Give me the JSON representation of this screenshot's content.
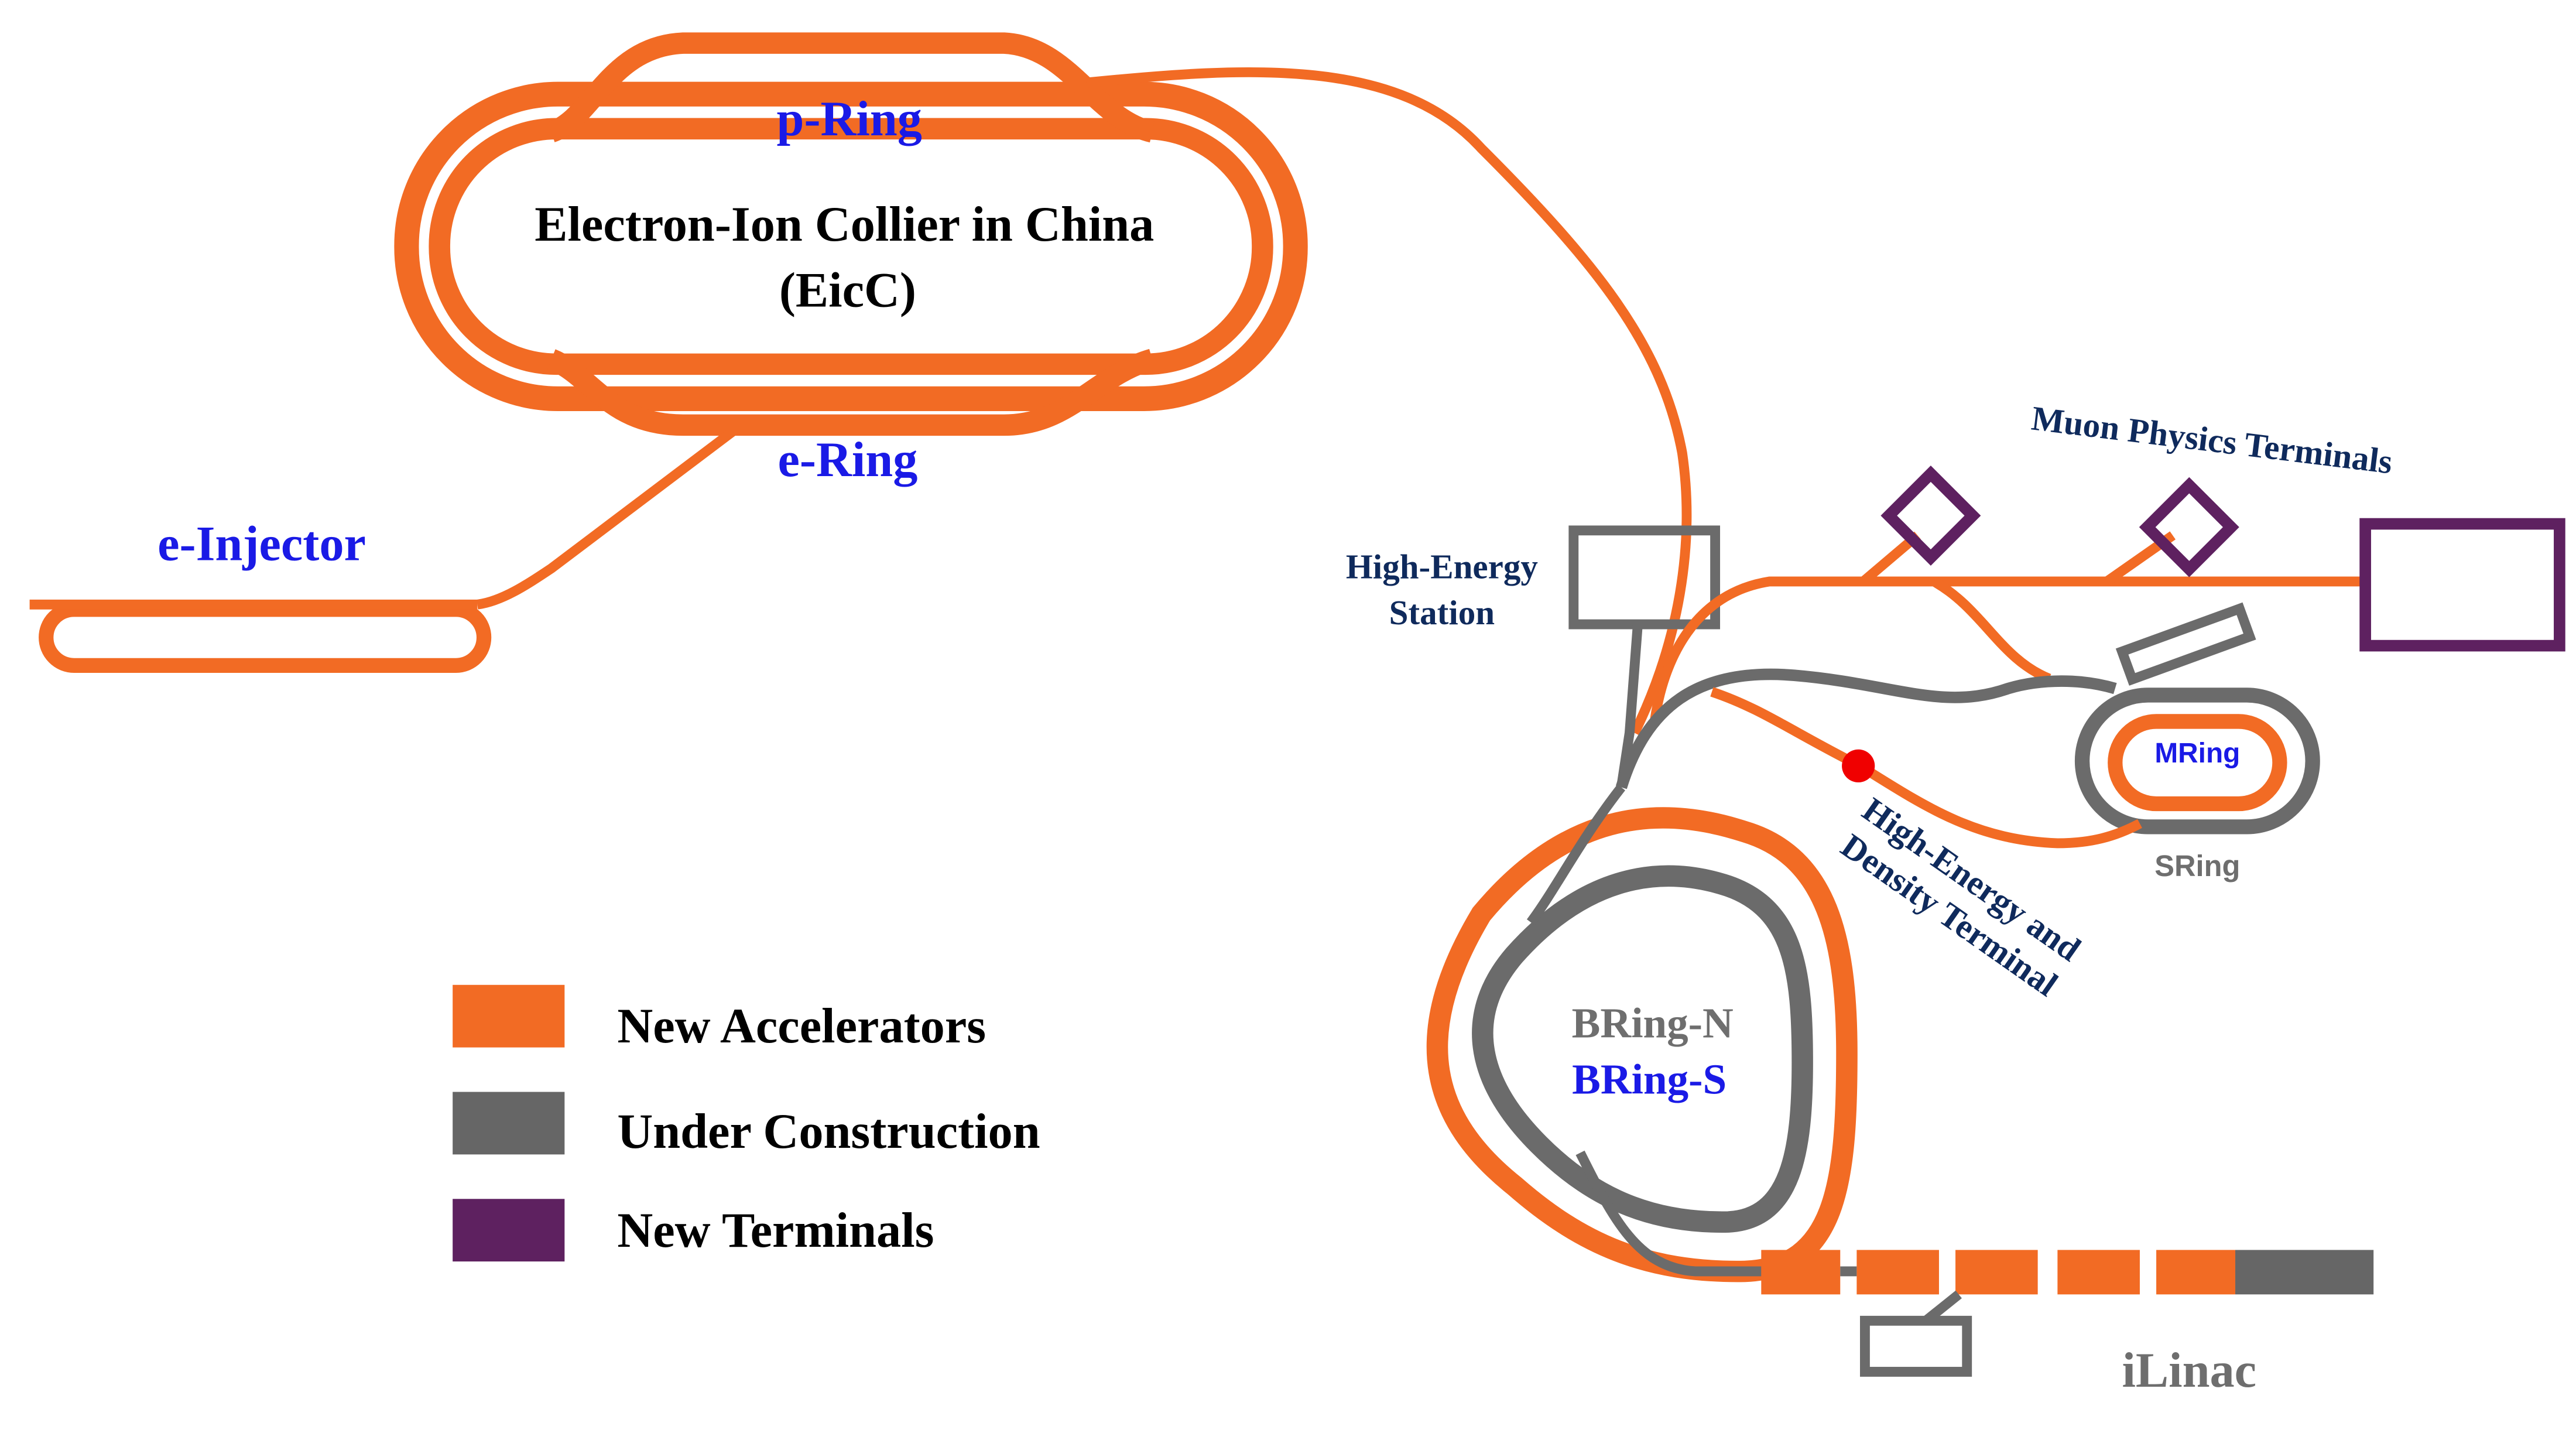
{
  "colors": {
    "new_accelerators": "#F26B24",
    "under_construction": "#666666",
    "new_terminals": "#5E2160",
    "label_blue": "#1A1AE6",
    "label_navy": "#0F2A5C",
    "label_gray": "#6E6E6E",
    "target_dot": "#F00000"
  },
  "labels": {
    "p_ring": "p-Ring",
    "eicc_line1": "Electron-Ion Collier in China",
    "eicc_line2": "(EicC)",
    "e_ring": "e-Ring",
    "e_injector": "e-Injector",
    "high_energy_station_line1": "High-Energy",
    "high_energy_station_line2": "Station",
    "muon_terminals": "Muon Physics Terminals",
    "mring": "MRing",
    "sring": "SRing",
    "hed_terminal_line1": "High-Energy and",
    "hed_terminal_line2": "Density Terminal",
    "bring_n": "BRing-N",
    "bring_s": "BRing-S",
    "ilinac": "iLinac"
  },
  "legend": {
    "items": [
      {
        "label": "New Accelerators",
        "color": "#F26B24"
      },
      {
        "label": "Under Construction",
        "color": "#666666"
      },
      {
        "label": "New Terminals",
        "color": "#5E2160"
      }
    ]
  }
}
